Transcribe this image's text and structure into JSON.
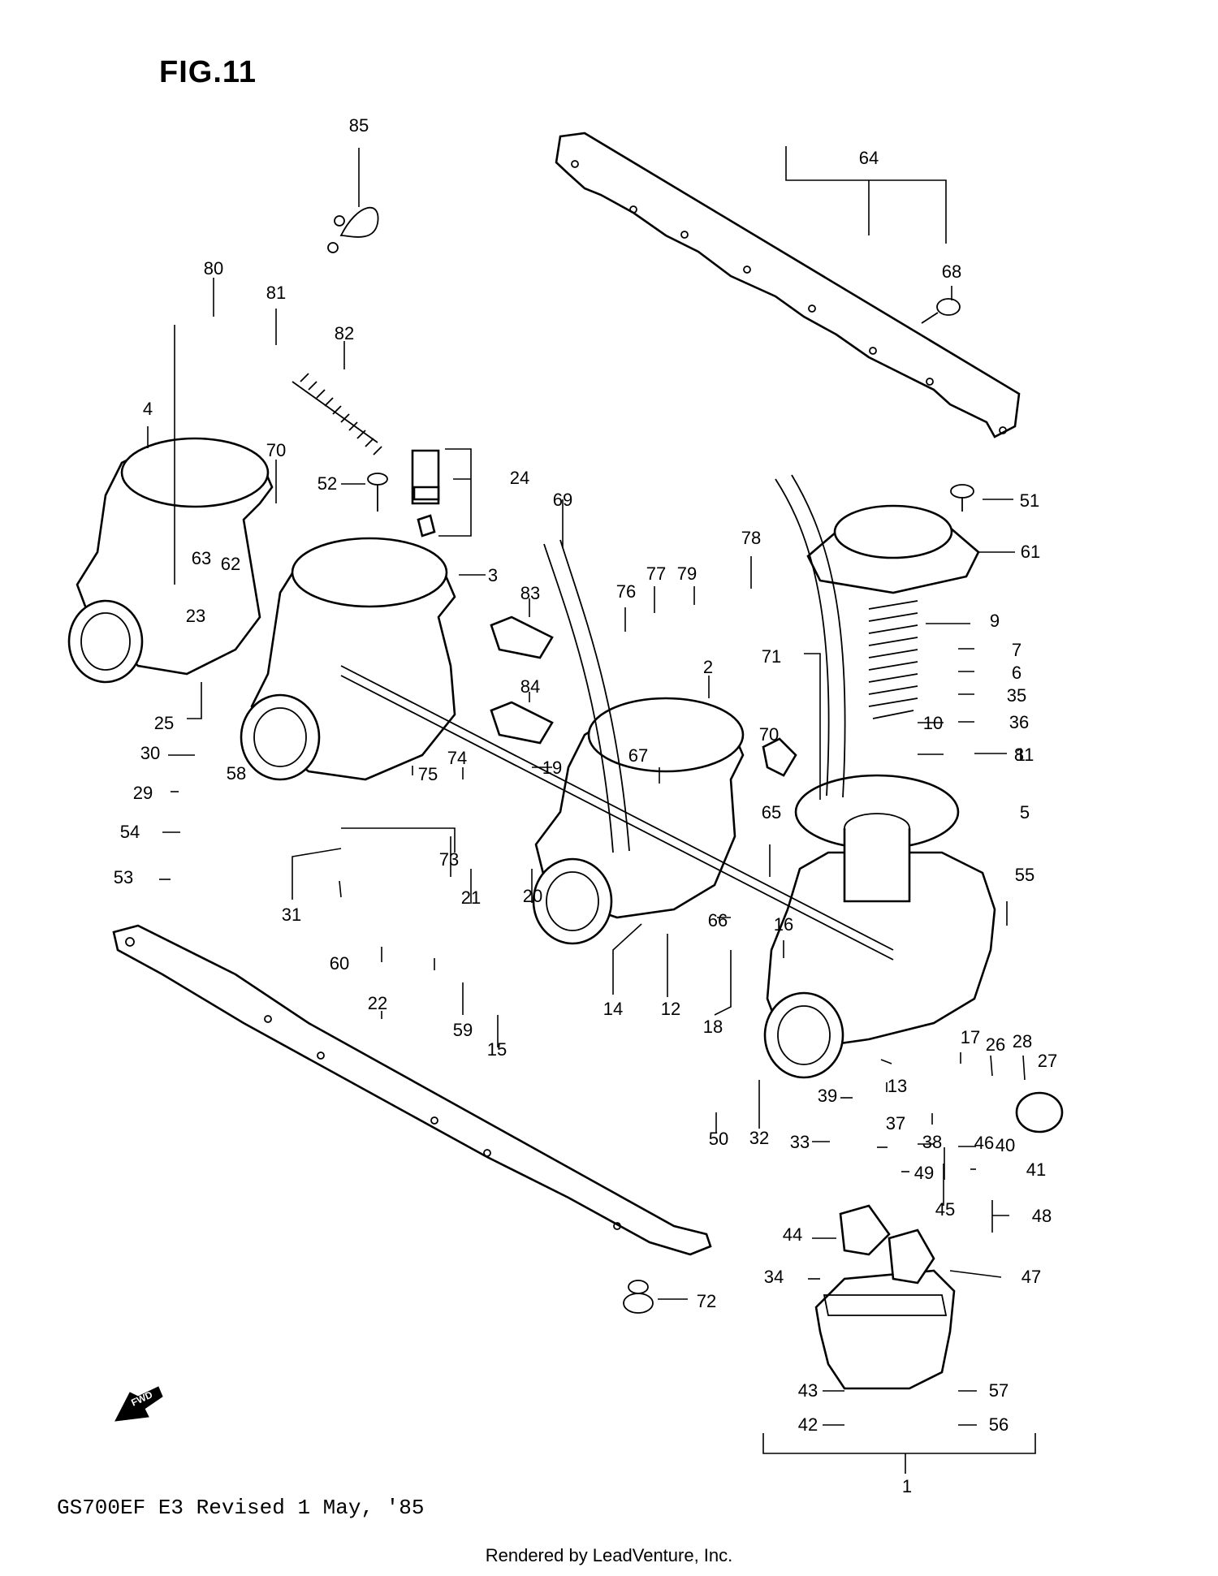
{
  "figure": {
    "title": "FIG.11"
  },
  "footer": {
    "model_revision": "GS700EF E3  Revised 1 May, '85",
    "credit": "Rendered by LeadVenture, Inc."
  },
  "fwd_arrow": {
    "label": "FWD"
  },
  "callouts": [
    "85",
    "64",
    "68",
    "80",
    "81",
    "82",
    "4",
    "70",
    "52",
    "24",
    "63",
    "62",
    "23",
    "3",
    "69",
    "78",
    "79",
    "77",
    "76",
    "51",
    "61",
    "9",
    "7",
    "6",
    "35",
    "36",
    "10",
    "8",
    "11",
    "83",
    "71",
    "84",
    "2",
    "70",
    "25",
    "30",
    "58",
    "29",
    "54",
    "53",
    "75",
    "74",
    "19",
    "67",
    "65",
    "5",
    "55",
    "31",
    "73",
    "21",
    "20",
    "66",
    "16",
    "60",
    "22",
    "59",
    "15",
    "14",
    "12",
    "18",
    "17",
    "26",
    "28",
    "27",
    "13",
    "39",
    "37",
    "46",
    "50",
    "32",
    "33",
    "38",
    "40",
    "49",
    "41",
    "45",
    "48",
    "44",
    "47",
    "34",
    "72",
    "43",
    "57",
    "42",
    "56",
    "1"
  ]
}
